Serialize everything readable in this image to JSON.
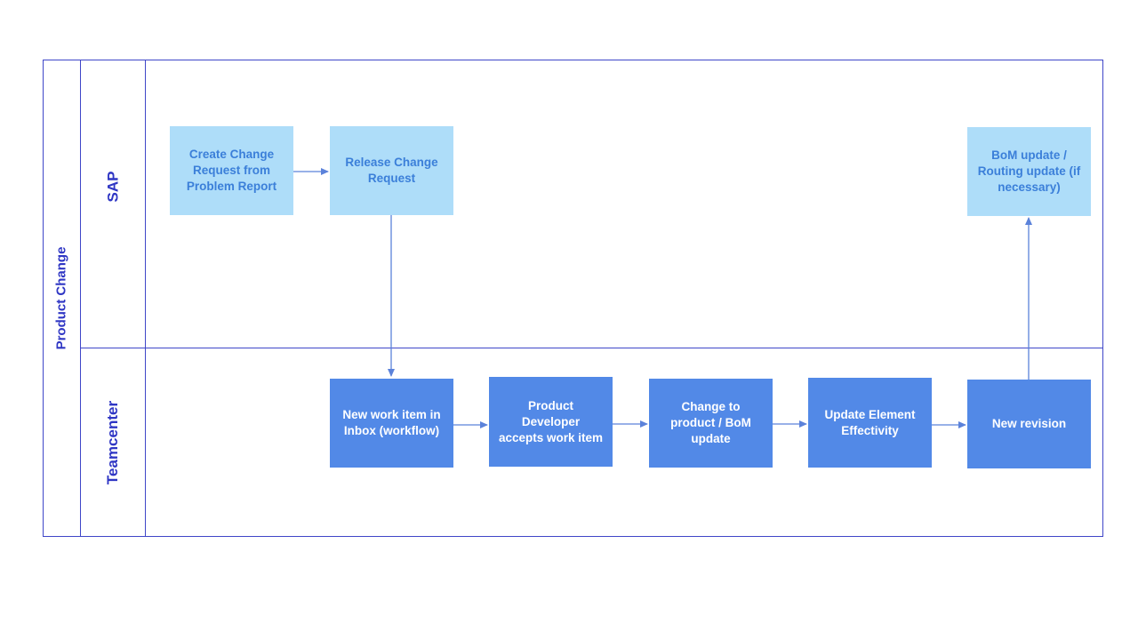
{
  "pool": {
    "label": "Product Change"
  },
  "lanes": [
    {
      "id": "sap",
      "label": "SAP"
    },
    {
      "id": "teamcenter",
      "label": "Teamcenter"
    }
  ],
  "nodes": {
    "create_change_request": "Create Change Request from Problem Report",
    "release_change_request": "Release Change Request",
    "bom_routing_update": "BoM update / Routing update (if necessary)",
    "new_work_item": "New work item in Inbox (workflow)",
    "developer_accepts": "Product Developer accepts work item",
    "change_product_bom": "Change to product / BoM update",
    "update_effectivity": "Update Element Effectivity",
    "new_revision": "New revision"
  },
  "colors": {
    "border": "#3f46c8",
    "label": "#2f36c4",
    "light_box": "#aeddf9",
    "light_text": "#3b7fd9",
    "dark_box": "#5289e7",
    "dark_text": "#ffffff",
    "connector": "#5b82da"
  }
}
